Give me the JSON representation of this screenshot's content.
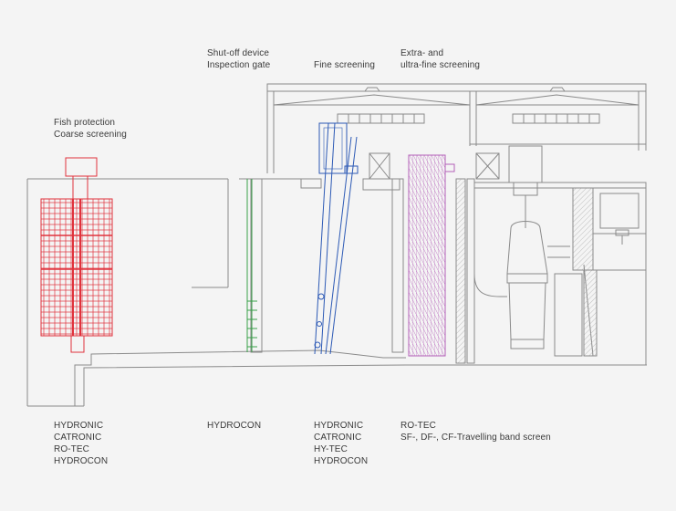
{
  "top_labels": {
    "fish_protection": [
      "Fish protection",
      "Coarse screening"
    ],
    "shutoff": [
      "Shut-off device",
      "Inspection gate"
    ],
    "fine_screening": [
      "Fine screening"
    ],
    "extra_fine": [
      "Extra- and",
      "ultra-fine screening"
    ]
  },
  "bottom_labels": {
    "col1": [
      "HYDRONIC",
      "CATRONIC",
      "RO-TEC",
      "HYDROCON"
    ],
    "col2": [
      "HYDROCON"
    ],
    "col3": [
      "HYDRONIC",
      "CATRONIC",
      "HY-TEC",
      "HYDROCON"
    ],
    "col4": [
      "RO-TEC",
      "SF-, DF-, CF-Travelling band screen"
    ]
  },
  "colors": {
    "line": "#8a8a8a",
    "coarse_screen": "#e0323c",
    "inspection_gate": "#3aa24a",
    "fine_screen": "#2c59b5",
    "band_screen": "#b35fb8"
  }
}
